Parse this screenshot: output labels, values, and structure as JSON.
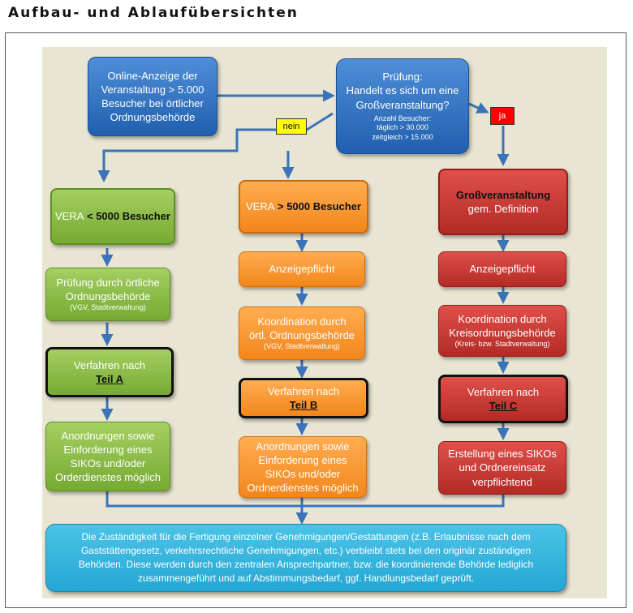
{
  "heading": "Aufbau- und Ablaufübersichten",
  "nodes": {
    "online": {
      "lines": [
        "Online-Anzeige der",
        "Veranstaltung > 5.000",
        "Besucher bei örtlicher",
        "Ordnungsbehörde"
      ]
    },
    "pruefung": {
      "lines": [
        "Prüfung:",
        "Handelt es sich um eine",
        "Großveranstaltung?"
      ],
      "small": [
        "Anzahl Besucher:",
        "täglich > 30.000",
        "zeitgleich > 15.000"
      ]
    },
    "nein": "nein",
    "ja": "ja",
    "vera_small": {
      "prefix": "VERA",
      "rest": " < 5000 Besucher"
    },
    "vera_big": {
      "prefix": "VERA",
      "rest": " > 5000 Besucher"
    },
    "gross": {
      "line1": "Großveranstaltung",
      "line2": "gem. Definition"
    },
    "g_pruefung": {
      "lines": [
        "Prüfung durch örtliche",
        "Ordnungsbehörde"
      ],
      "small": "(VGV, Stadtverwaltung)"
    },
    "o_anzeige": "Anzeigepflicht",
    "r_anzeige": "Anzeigepflicht",
    "o_koord": {
      "lines": [
        "Koordination durch",
        "örtl. Ordnungsbehörde"
      ],
      "small": "(VGV, Stadtverwaltung)"
    },
    "r_koord": {
      "lines": [
        "Koordination durch",
        "Kreisordnungsbehörde"
      ],
      "small": "(Kreis- bzw. Stadtverwaltung)"
    },
    "g_verf": {
      "line1": "Verfahren nach",
      "line2": "Teil A"
    },
    "o_verf": {
      "line1": "Verfahren nach",
      "line2": "Teil B"
    },
    "r_verf": {
      "line1": "Verfahren nach",
      "line2": "Teil C"
    },
    "g_anord": {
      "lines": [
        "Anordnungen sowie",
        "Einforderung eines",
        "SIKOs und/oder",
        "Orderdienstes möglich"
      ]
    },
    "o_anord": {
      "lines": [
        "Anordnungen sowie",
        "Einforderung eines",
        "SIKOs und/oder",
        "Ordnerdienstes möglich"
      ]
    },
    "r_erst": {
      "lines": [
        "Erstellung eines SIKOs",
        "und Ordnereinsatz",
        "verpflichtend"
      ]
    },
    "bottom": {
      "lines": [
        "Die Zuständigkeit für die Fertigung einzelner Genehmigungen/Gestattungen (z.B. Erlaubnisse nach dem",
        "Gaststättengesetz, verkehrsrechtliche Genehmigungen, etc.) verbleibt stets bei den originär zuständigen",
        "Behörden. Diese werden durch den zentralen Ansprechpartner, bzw. die koordinierende Behörde lediglich",
        "zusammengeführt und auf Abstimmungsbedarf, ggf. Handlungsbedarf geprüft."
      ]
    }
  },
  "colors": {
    "arrow": "#3b73b9",
    "blue": "#2b6cbf",
    "green": "#8cbd4a",
    "orange": "#f7941d",
    "red": "#c0332e",
    "cyan": "#31b5df",
    "panel": "#e9e5d3",
    "nein_tag": "#ffff00",
    "ja_tag": "#ff0000"
  }
}
